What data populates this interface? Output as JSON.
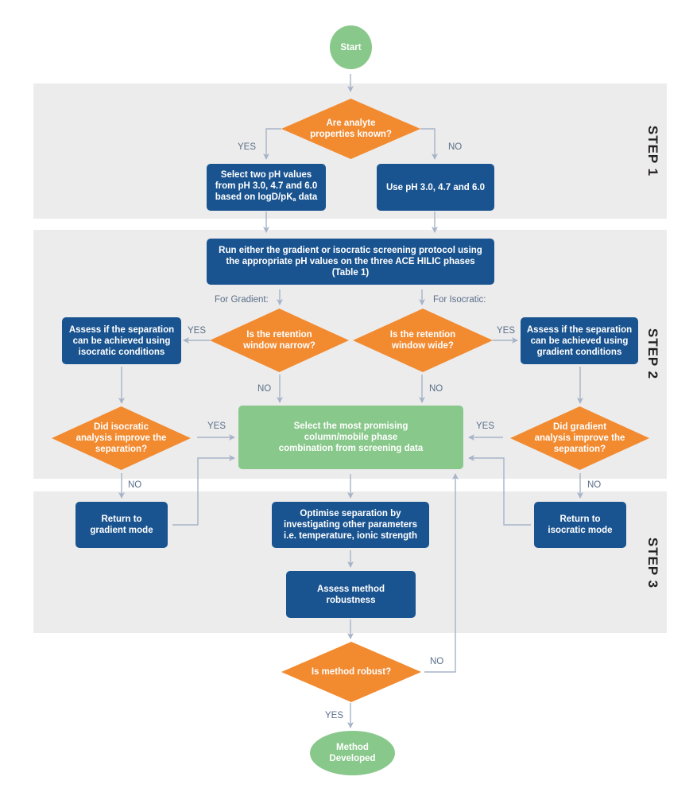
{
  "colors": {
    "process_box": "#1a5490",
    "decision": "#f28a30",
    "terminal": "#88c88a",
    "band": "#ececec",
    "connector": "#a7b3c8",
    "label_text": "#5b6f8a"
  },
  "steps": [
    "STEP 1",
    "STEP 2",
    "STEP 3"
  ],
  "nodes": {
    "start": "Start",
    "q_known": "Are analyte\nproperties known?",
    "select_two_ph_a": "Select two pH values\nfrom pH 3.0, 4.7 and 6.0\nbased on logD/pK",
    "select_two_ph_sub": "a",
    "select_two_ph_b": " data",
    "use_ph": "Use pH 3.0, 4.7 and 6.0",
    "run_protocol": "Run either the gradient or isocratic screening protocol using\nthe appropriate pH values on the three ACE HILIC phases\n(Table 1)",
    "assess_isocratic": "Assess if the separation\ncan be achieved using\nisocratic conditions",
    "q_narrow": "Is the retention\nwindow narrow?",
    "q_wide": "Is the retention\nwindow wide?",
    "assess_gradient": "Assess if the separation\ncan be achieved using\ngradient conditions",
    "q_iso_improve": "Did isocratic\nanalysis improve the\nseparation?",
    "select_promising": "Select the most promising\ncolumn/mobile phase\ncombination from screening data",
    "q_grad_improve": "Did gradient\nanalysis improve the\nseparation?",
    "return_gradient": "Return to\ngradient mode",
    "optimise": "Optimise separation by\ninvestigating other parameters\ni.e. temperature, ionic strength",
    "return_isocratic": "Return to\nisocratic mode",
    "assess_robustness": "Assess method\nrobustness",
    "q_robust": "Is method robust?",
    "developed": "Method\nDeveloped"
  },
  "labels": {
    "yes": "YES",
    "no": "NO",
    "for_gradient": "For Gradient:",
    "for_isocratic": "For Isocratic:"
  }
}
